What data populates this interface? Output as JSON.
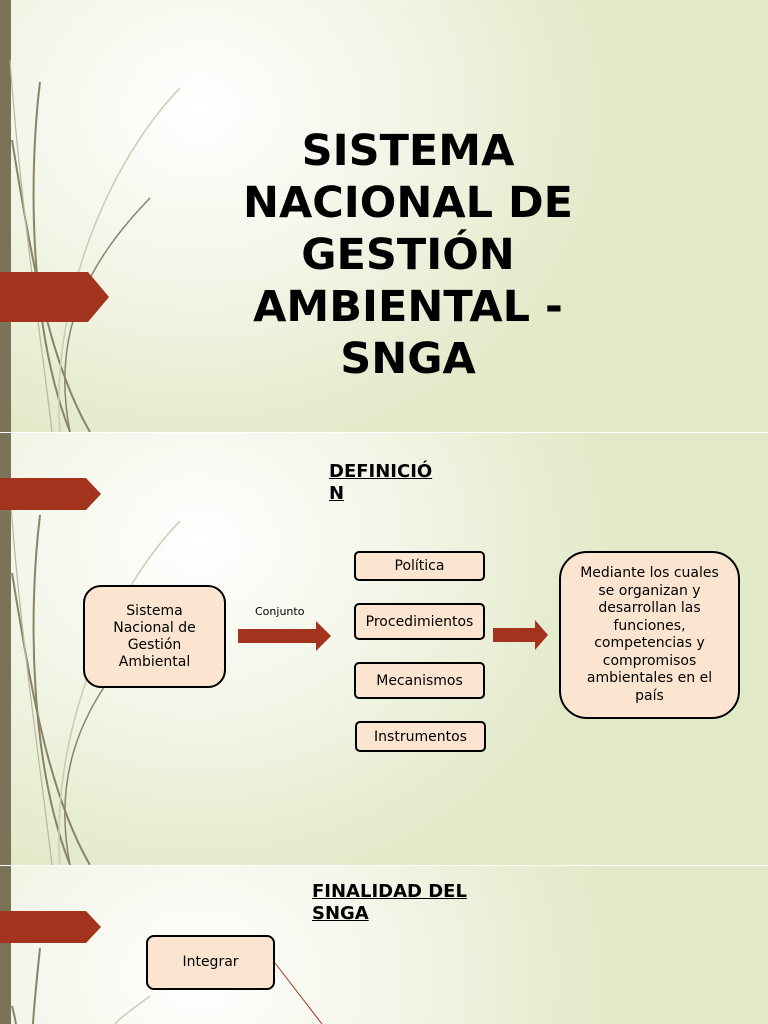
{
  "slide1": {
    "title": "SISTEMA NACIONAL DE GESTIÓN AMBIENTAL - SNGA"
  },
  "slide2": {
    "heading_line1": "DEFINICIÓ",
    "heading_line2": "N",
    "source_box_lines": [
      "Sistema",
      "Nacional de",
      "Gestión",
      "Ambiental"
    ],
    "connector_label": "Conjunto",
    "items": [
      "Política",
      "Procedimientos",
      "Mecanismos",
      "Instrumentos"
    ],
    "result_box_lines": [
      "Mediante los cuales",
      "se organizan y",
      "desarrollan las",
      "funciones,",
      "competencias y",
      "compromisos",
      "ambientales en el",
      "país"
    ]
  },
  "slide3": {
    "heading_line1": "FINALIDAD DEL",
    "heading_line2": "SNGA",
    "first_box": "Integrar"
  },
  "colors": {
    "accent_arrow": "#a3331c",
    "box_fill": "#fbe5d0",
    "left_bar": "#7a7358"
  }
}
